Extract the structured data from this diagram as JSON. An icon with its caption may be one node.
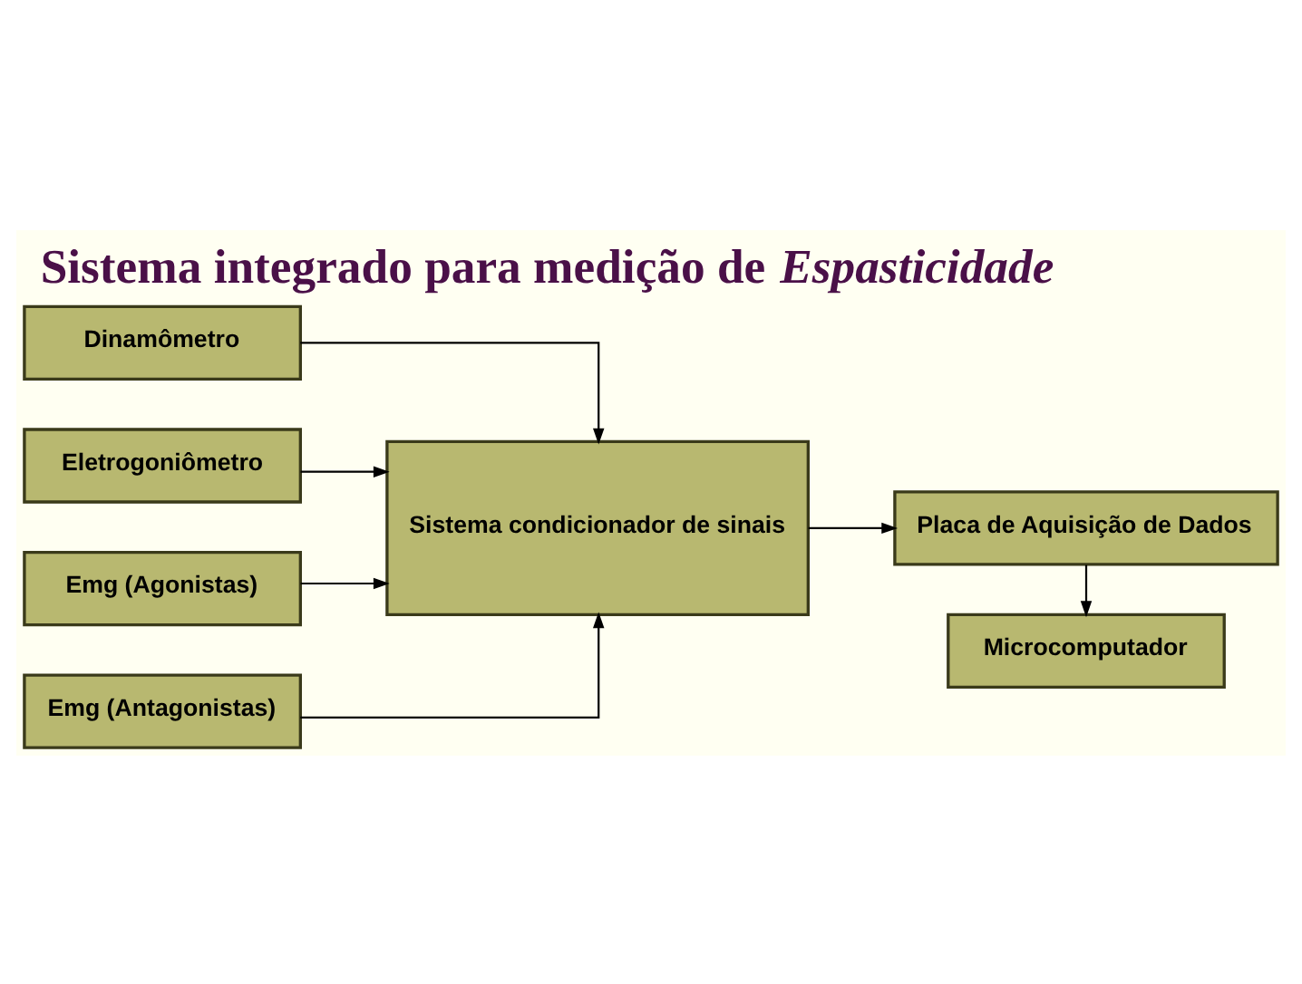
{
  "diagram": {
    "title": "Sistema integrado para medição de *Espasticidade*",
    "nodes": [
      {
        "text": [
          "Dinamômetro"
        ]
      },
      {
        "text": [
          "Eletrogoniômetro"
        ]
      },
      {
        "text": [
          "Emg (Agonistas)"
        ]
      },
      {
        "text": [
          "Emg (Antagonistas)"
        ]
      },
      {
        "text": [
          "Sistema condicionador de sinais"
        ]
      },
      {
        "text": [
          "Placa de Aquisição de Dados"
        ]
      },
      {
        "text": [
          "Microcomputador"
        ]
      }
    ],
    "edges": [
      {
        "from": 0,
        "to": 4,
        "arrow": "to"
      },
      {
        "from": 1,
        "to": 4,
        "arrow": "to"
      },
      {
        "from": 2,
        "to": 4,
        "arrow": "to"
      },
      {
        "from": 3,
        "to": 4,
        "arrow": "to"
      },
      {
        "from": 4,
        "to": 5,
        "arrow": "to"
      },
      {
        "from": 5,
        "to": 6,
        "arrow": "to"
      }
    ]
  }
}
